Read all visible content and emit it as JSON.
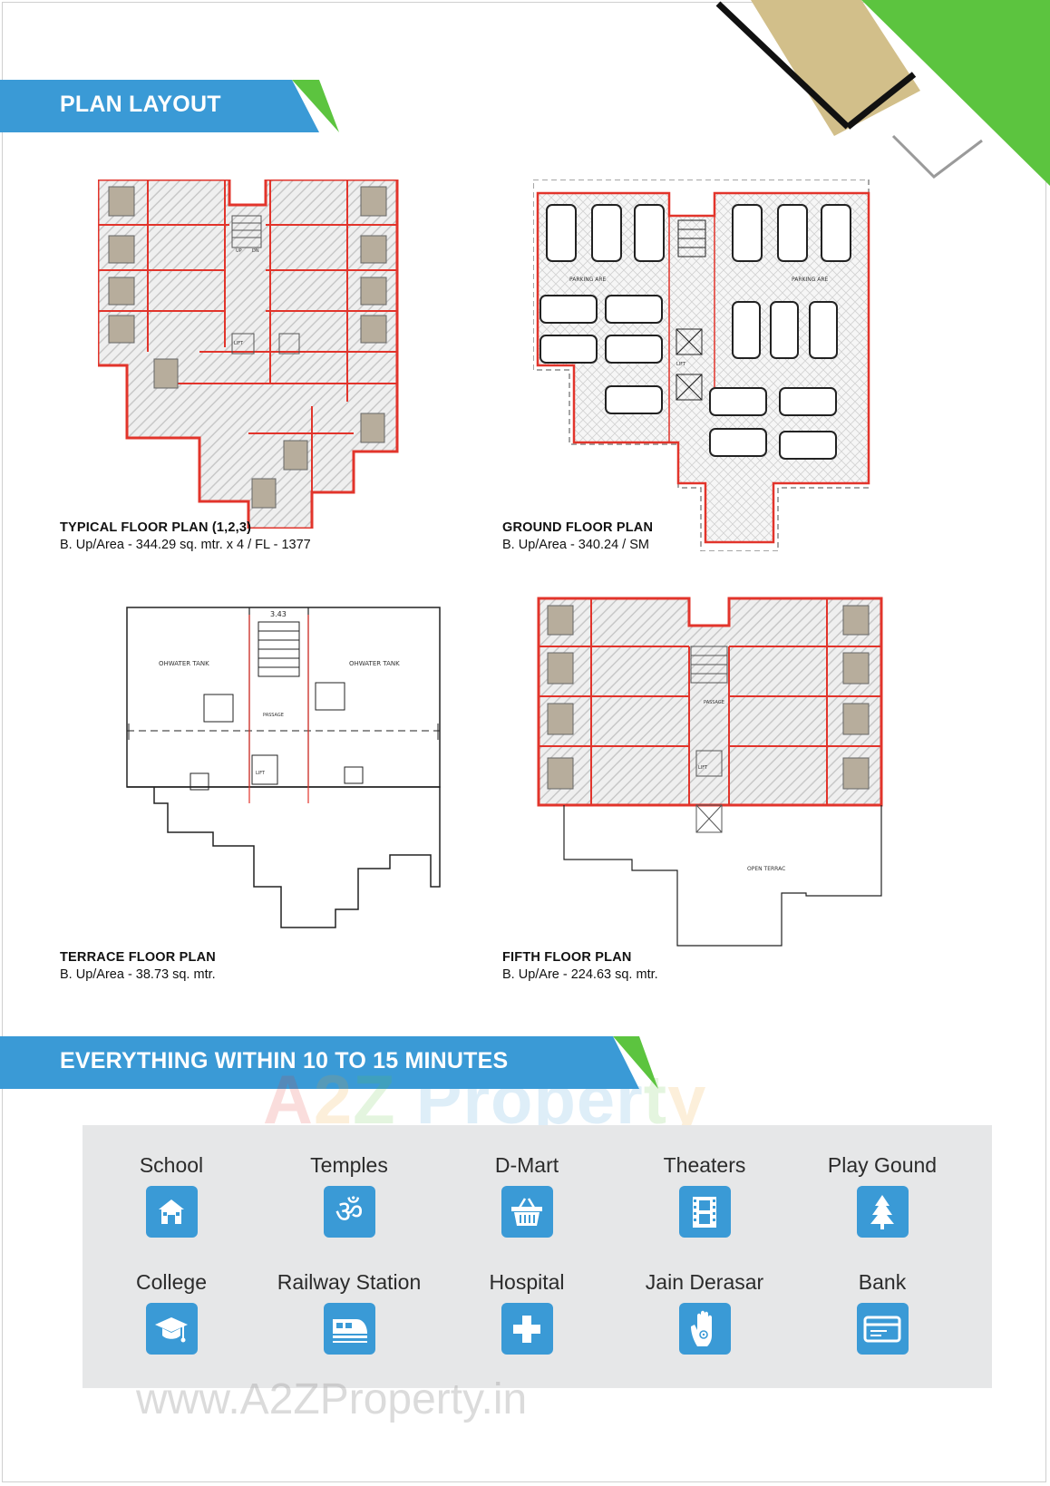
{
  "sections": {
    "plan_title": "PLAN LAYOUT",
    "amenities_title": "EVERYTHING WITHIN 10 TO 15 MINUTES"
  },
  "plans": [
    {
      "title": "TYPICAL FLOOR PLAN (1,2,3)",
      "area": "B. Up/Area  - 344.29 sq. mtr. x 4 / FL - 1377"
    },
    {
      "title": "GROUND FLOOR PLAN",
      "area": "B. Up/Area  - 340.24 / SM"
    },
    {
      "title": "TERRACE FLOOR PLAN",
      "area": "B. Up/Area  - 38.73 sq. mtr."
    },
    {
      "title": "FIFTH FLOOR PLAN",
      "area": "B. Up/Are  - 224.63 sq. mtr."
    }
  ],
  "plan_labels": {
    "parking": "PARKING ARE",
    "up": "UP",
    "dn": "DN",
    "lift": "LIFT",
    "passage": "PASSAGE",
    "terrace_dim": "3.43",
    "overhead": "OHWATER TANK",
    "open_terrace": "OPEN TERRAC"
  },
  "amenities": [
    {
      "label": "School",
      "icon": "school-icon"
    },
    {
      "label": "Temples",
      "icon": "om-icon"
    },
    {
      "label": "D-Mart",
      "icon": "basket-icon"
    },
    {
      "label": "Theaters",
      "icon": "film-icon"
    },
    {
      "label": "Play Gound",
      "icon": "tree-icon"
    },
    {
      "label": "College",
      "icon": "graduation-cap-icon"
    },
    {
      "label": "Railway Station",
      "icon": "train-icon"
    },
    {
      "label": "Hospital",
      "icon": "cross-icon"
    },
    {
      "label": "Jain Derasar",
      "icon": "jain-hand-icon"
    },
    {
      "label": "Bank",
      "icon": "card-icon"
    }
  ],
  "watermark": {
    "brand": "A2Z Property",
    "url": "www.A2ZProperty.in"
  },
  "colors": {
    "banner_blue": "#3a9ad6",
    "accent_green": "#5cc43f",
    "accent_gold": "#d2bf8a",
    "plan_red": "#e2342b",
    "icon_blue": "#3a9ad6",
    "panel_grey": "#e6e7e8"
  }
}
